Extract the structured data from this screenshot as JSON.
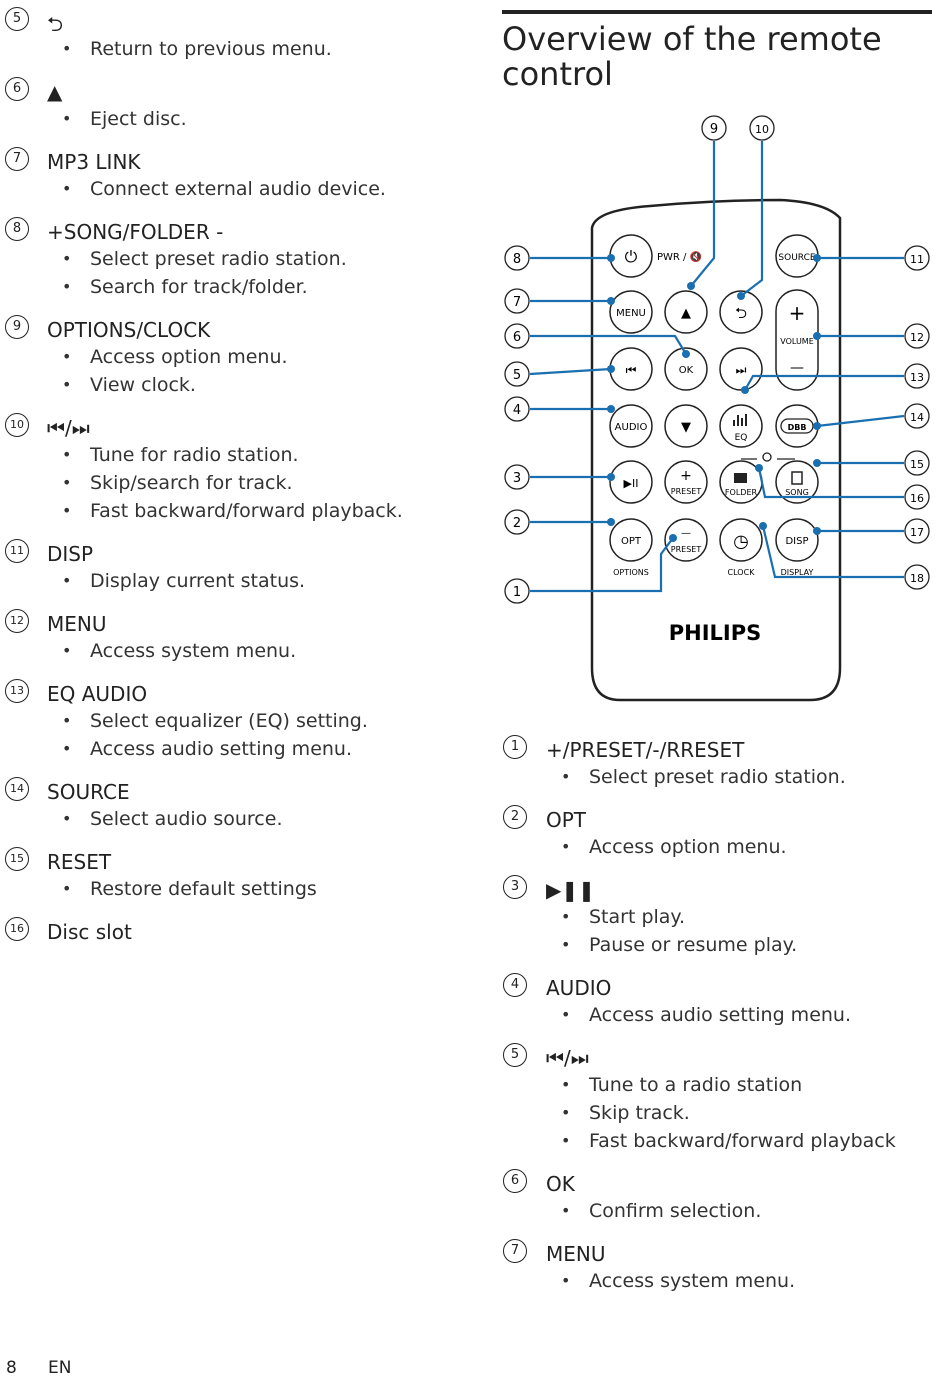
{
  "left_items": [
    {
      "num": "5",
      "title": "⮌",
      "bullets": [
        "Return to previous menu."
      ]
    },
    {
      "num": "6",
      "title": "▲",
      "bullets": [
        "Eject disc."
      ]
    },
    {
      "num": "7",
      "title": "MP3 LINK",
      "bullets": [
        "Connect external audio device."
      ]
    },
    {
      "num": "8",
      "title": "+SONG/FOLDER -",
      "bullets": [
        "Select preset radio station.",
        "Search for track/folder."
      ]
    },
    {
      "num": "9",
      "title": "OPTIONS/CLOCK",
      "bullets": [
        "Access option menu.",
        "View clock."
      ]
    },
    {
      "num": "10",
      "title": "⏮/⏭",
      "bullets": [
        "Tune for radio station.",
        "Skip/search for track.",
        "Fast backward/forward playback."
      ]
    },
    {
      "num": "11",
      "title": "DISP",
      "bullets": [
        "Display current status."
      ]
    },
    {
      "num": "12",
      "title": "MENU",
      "bullets": [
        "Access system menu."
      ]
    },
    {
      "num": "13",
      "title": "EQ AUDIO",
      "bullets": [
        "Select equalizer (EQ) setting.",
        "Access audio setting menu."
      ]
    },
    {
      "num": "14",
      "title": "SOURCE",
      "bullets": [
        "Select audio source."
      ]
    },
    {
      "num": "15",
      "title": "RESET",
      "bullets": [
        "Restore default settings"
      ]
    },
    {
      "num": "16",
      "title": "Disc slot",
      "bullets": []
    }
  ],
  "right_heading": "Overview of the remote control",
  "right_items": [
    {
      "num": "1",
      "title": "+/PRESET/-/RRESET",
      "bullets": [
        "Select preset radio station."
      ]
    },
    {
      "num": "2",
      "title": "OPT",
      "bullets": [
        "Access option menu."
      ]
    },
    {
      "num": "3",
      "title": "▶❚❚",
      "bullets": [
        "Start play.",
        "Pause or resume play."
      ]
    },
    {
      "num": "4",
      "title": "AUDIO",
      "bullets": [
        "Access audio setting menu."
      ]
    },
    {
      "num": "5",
      "title": "⏮/⏭",
      "bullets": [
        "Tune to a radio station",
        "Skip track.",
        "Fast backward/forward playback"
      ]
    },
    {
      "num": "6",
      "title": "OK",
      "bullets": [
        "Confirm selection."
      ]
    },
    {
      "num": "7",
      "title": "MENU",
      "bullets": [
        "Access system menu."
      ]
    }
  ],
  "remote": {
    "brand": "PHILIPS",
    "callouts": [
      "1",
      "2",
      "3",
      "4",
      "5",
      "6",
      "7",
      "8",
      "9",
      "10",
      "11",
      "12",
      "13",
      "14",
      "15",
      "16",
      "17",
      "18"
    ],
    "button_labels": {
      "power": "⏻",
      "pwr_mute": "PWR / 🔇",
      "source": "SOURCE",
      "menu": "MENU",
      "up": "▲",
      "back": "⮌",
      "plus": "+",
      "volume": "VOLUME",
      "minus": "—",
      "prev": "⏮",
      "ok": "OK",
      "next": "⏭",
      "audio": "AUDIO",
      "down": "▼",
      "eq": "EQ",
      "dbb": "DBB",
      "playpause": "▶II",
      "preset_plus": "+",
      "preset": "PRESET",
      "folder": "FOLDER",
      "song": "SONG",
      "opt": "OPT",
      "preset_minus": "—",
      "preset2": "PRESET",
      "clock_icon": "◷",
      "disp": "DISP",
      "options": "OPTIONS",
      "clock": "CLOCK",
      "display": "DISPLAY"
    }
  },
  "footer": {
    "page": "8",
    "lang": "EN"
  },
  "colors": {
    "accent": "#1a6fb0",
    "text": "#222222"
  }
}
